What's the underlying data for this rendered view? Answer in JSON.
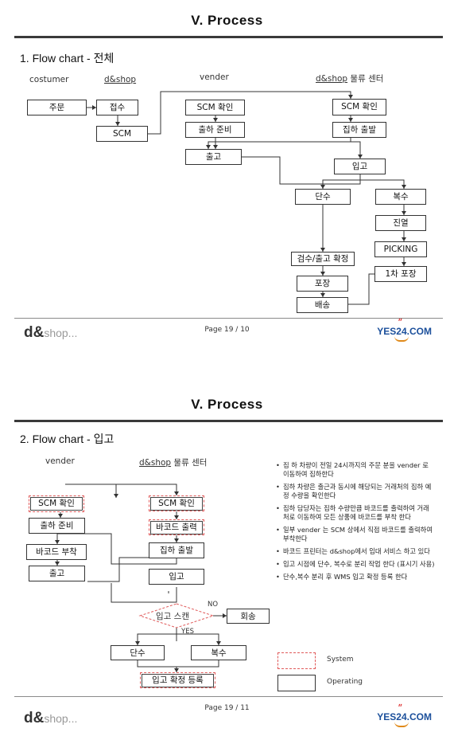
{
  "slide1": {
    "title": "V.   Process",
    "subtitle": "1.  Flow chart - 전체",
    "columns": [
      "costumer",
      "d&shop",
      "vender",
      "d&shop 물류 센터"
    ],
    "columns_parts": {
      "dshop": "d&shop",
      "center_suffix": " 물류 센터"
    },
    "boxes": {
      "order": "주문",
      "receipt": "접수",
      "scm": "SCM",
      "vender_scm": "SCM 확인",
      "ship_prep": "출하 준비",
      "release": "출고",
      "center_scm": "SCM 확인",
      "pickup_depart": "집하 출발",
      "inbound": "입고",
      "single": "단수",
      "multiple": "복수",
      "display": "진열",
      "picking": "PICKING",
      "first_pack": "1차 포장",
      "inspect_release": "검수/출고 확정",
      "pack": "포장",
      "delivery": "배송"
    },
    "footer": {
      "logo_main": "d&",
      "logo_sub": "shop...",
      "page": "Page 19 / 10",
      "brand": "YES24.COM"
    }
  },
  "slide2": {
    "title": "V.   Process",
    "subtitle": "2.  Flow chart - 입고",
    "columns": [
      "vender",
      "d&shop 물류 센터"
    ],
    "columns_parts": {
      "dshop": "d&shop",
      "center_suffix": " 물류 센터"
    },
    "boxes": {
      "vender_scm": "SCM 확인",
      "ship_prep": "출하 준비",
      "barcode_attach": "바코드 부착",
      "release": "출고",
      "center_scm": "SCM 확인",
      "barcode_print": "바코드 출력",
      "pickup_depart": "집하 출발",
      "inbound": "입고",
      "inbound_scan": "입고 스캔",
      "return": "회송",
      "single": "단수",
      "multiple": "복수",
      "inbound_confirm": "입고 확정 등록"
    },
    "decision": {
      "no": "NO",
      "yes": "YES"
    },
    "notes": [
      "집 하 차량이 전일 24시까지의 주문 분을 vender 로 이동하여 집하한다",
      "집하 차량은 출근과 동시에 해당되는 거래처의 집하 예정 수량을 확인한다",
      "집하 담당자는 집하 수량만큼 바코드를 출력하여 거래처로 이동하여 모든 상품에 바코드를 부착 한다",
      "일부 vender 는 SCM 상에서 직접 바코드를 출력하여 부착한다",
      "바코드 프린터는 d&shop에서 임대 서비스 하고 있다",
      "입고 시점에 단수, 복수로 분리 작업 한다 (표시기 사용)",
      "단수,복수 분리 후 WMS 입고 확정 등록 한다"
    ],
    "legend": {
      "system": "System",
      "operating": "Operating"
    },
    "footer": {
      "logo_main": "d&",
      "logo_sub": "shop...",
      "page": "Page 19 / 11",
      "brand": "YES24.COM"
    }
  },
  "colors": {
    "system_border": "#e05a5a",
    "rule": "#3a3a3a",
    "brand_blue": "#1b4f9b",
    "brand_orange": "#e08a1a"
  },
  "icons": {
    "yes24_logo": "yes24-logo-icon",
    "dshop_logo": "dshop-logo-icon"
  }
}
